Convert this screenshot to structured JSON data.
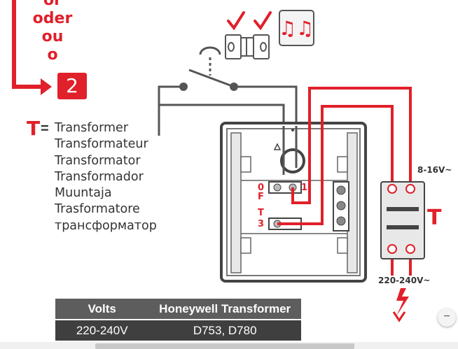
{
  "languages": [
    "or",
    "oder",
    "ou",
    "o"
  ],
  "step_number": "2",
  "transformer_symbol": "T",
  "equals_sign": "=",
  "translations": [
    "Transformer",
    "Transformateur",
    "Transformator",
    "Transformador",
    "Muuntaja",
    "Trasformatore",
    "трансформатор"
  ],
  "terminals": {
    "zero": "0",
    "f": "F",
    "one": "1",
    "t": "T",
    "three": "3"
  },
  "low_voltage_label": "8-16V~",
  "mains_voltage_label": "220-240V~",
  "transformer_label": "T",
  "table": {
    "headers": [
      "Volts",
      "Honeywell Transformer"
    ],
    "rows": [
      [
        "220-240V",
        "D753, D780"
      ]
    ]
  },
  "zoom_button_label": "−",
  "colors": {
    "accent": "#e0202a",
    "wire": "#555555",
    "table_header": "#5d5d5d",
    "table_row": "#3f3f3f"
  }
}
